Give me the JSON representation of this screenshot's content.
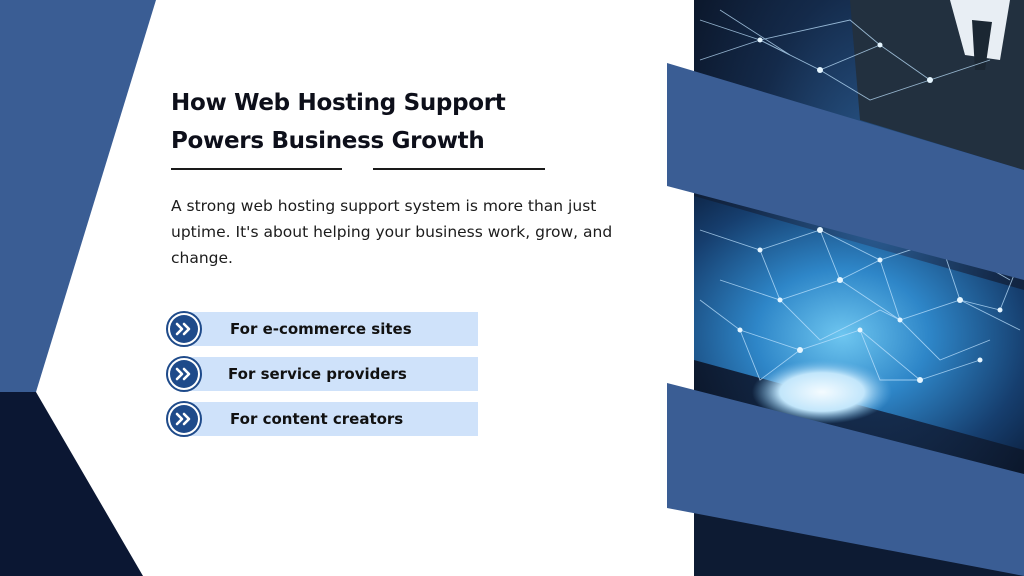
{
  "slide": {
    "title_line1": "How Web Hosting Support",
    "title_line2": "Powers Business Growth",
    "intro_line1": "A strong web hosting support system is more than just",
    "intro_line2": "uptime. It's about helping your business work, grow, and",
    "intro_line3": "change."
  },
  "features": [
    {
      "label": "For e-commerce sites",
      "icon": "double-chevron-right-icon"
    },
    {
      "label": "For service providers",
      "icon": "double-chevron-right-icon"
    },
    {
      "label": "For content creators",
      "icon": "double-chevron-right-icon"
    }
  ],
  "colors": {
    "accent_blue": "#3a5d94",
    "dark_navy": "#0b1733",
    "feature_bar": "#cfe2fa",
    "badge_blue": "#1e4a8a"
  }
}
